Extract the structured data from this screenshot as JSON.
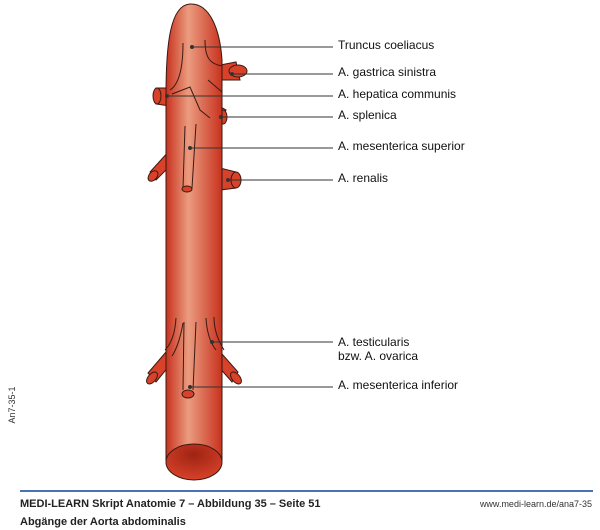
{
  "labels": {
    "truncus": "Truncus coeliacus",
    "gastrica": "A. gastrica sinistra",
    "hepatica": "A. hepatica communis",
    "splenica": "A. splenica",
    "mes_sup": "A. mesenterica superior",
    "renalis": "A. renalis",
    "testicularis_1": "A. testicularis",
    "testicularis_2": "bzw. A. ovarica",
    "mes_inf": "A. mesenterica inferior"
  },
  "side_code": "An7-35-1",
  "footer": {
    "title": "MEDI-LEARN Skript Anatomie 7 – Abbildung 35 – Seite 51",
    "subtitle": "Abgänge der Aorta abdominalis",
    "url": "www.medi-learn.de/ana7-35"
  },
  "colors": {
    "artery": "#d8412a",
    "highlight": "#eb9c80",
    "rule": "#4a72b4"
  }
}
